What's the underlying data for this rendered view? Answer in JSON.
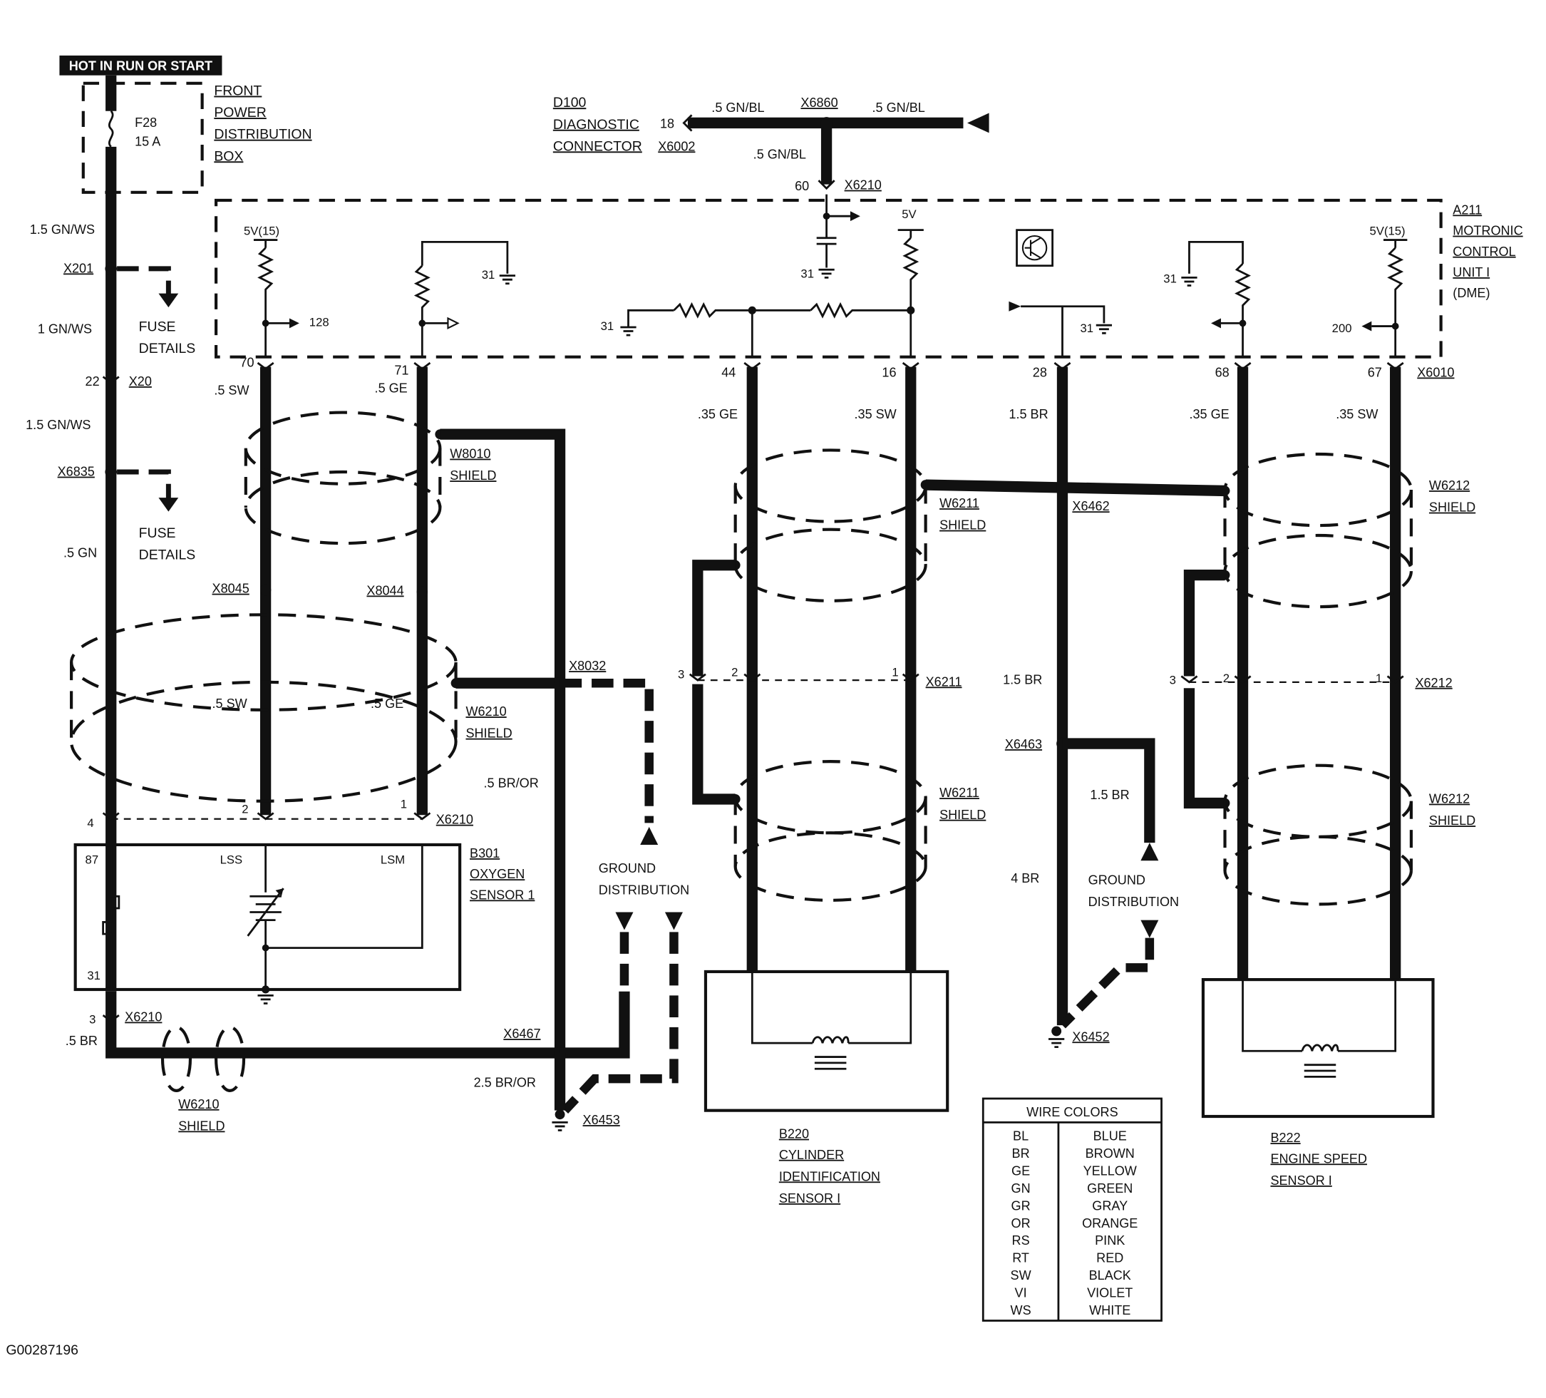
{
  "header_banner": "HOT IN RUN OR START",
  "fuse": {
    "id": "F28",
    "rating": "15 A"
  },
  "front_power_box": [
    "FRONT",
    "POWER",
    "DISTRIBUTION",
    "BOX"
  ],
  "fuse_details": [
    "FUSE",
    "DETAILS"
  ],
  "ground_distribution": [
    "GROUND",
    "DISTRIBUTION"
  ],
  "shield_label": "SHIELD",
  "diag_connector": [
    "D100",
    "DIAGNOSTIC",
    "CONNECTOR"
  ],
  "control_unit": [
    "A211",
    "MOTRONIC",
    "CONTROL",
    "UNIT I",
    "(DME)"
  ],
  "oxygen_sensor": [
    "B301",
    "OXYGEN",
    "SENSOR 1"
  ],
  "cyl_sensor": [
    "B220",
    "CYLINDER",
    "IDENTIFICATION",
    "SENSOR I"
  ],
  "speed_sensor": [
    "B222",
    "ENGINE SPEED",
    "SENSOR I"
  ],
  "connectors": {
    "x201": "X201",
    "x20": "X20",
    "x6835": "X6835",
    "x6002": "X6002",
    "x6860": "X6860",
    "x6210": "X6210",
    "x6010": "X6010",
    "w8010": "W8010",
    "x8045": "X8045",
    "x8044": "X8044",
    "x8032": "X8032",
    "w6210": "W6210",
    "w6211": "W6211",
    "w6212": "W6212",
    "x6462": "X6462",
    "x6211": "X6211",
    "x6212": "X6212",
    "x6463": "X6463",
    "x6452": "X6452",
    "x6467": "X6467",
    "x6453": "X6453"
  },
  "wires": {
    "gn_ws_15": "1.5 GN/WS",
    "gn_ws_1": "1 GN/WS",
    "gn_05": ".5 GN",
    "gn_bl_05": ".5 GN/BL",
    "sw_05": ".5  SW",
    "ge_05": ".5  GE",
    "ge_035": ".35 GE",
    "sw_035": ".35 SW",
    "br_15": "1.5 BR",
    "br_4": "4  BR",
    "br_or_05": ".5 BR/OR",
    "br_or_25": "2.5  BR/OR",
    "br_05": ".5 BR"
  },
  "pins": {
    "p18": "18",
    "p60": "60",
    "p70": "70",
    "p71": "71",
    "p44": "44",
    "p16": "16",
    "p28": "28",
    "p68": "68",
    "p67": "67",
    "p22": "22",
    "p128": "128",
    "p200": "200",
    "p31": "31",
    "p1": "1",
    "p2": "2",
    "p3": "3",
    "p4": "4",
    "p87": "87",
    "lss": "LSS",
    "lsm": "LSM"
  },
  "voltages": {
    "v5_15": "5V(15)",
    "v5": "5V"
  },
  "wire_colors": {
    "title": "WIRE COLORS",
    "rows": [
      {
        "code": "BL",
        "color": "BLUE"
      },
      {
        "code": "BR",
        "color": "BROWN"
      },
      {
        "code": "GE",
        "color": "YELLOW"
      },
      {
        "code": "GN",
        "color": "GREEN"
      },
      {
        "code": "GR",
        "color": "GRAY"
      },
      {
        "code": "OR",
        "color": "ORANGE"
      },
      {
        "code": "RS",
        "color": "PINK"
      },
      {
        "code": "RT",
        "color": "RED"
      },
      {
        "code": "SW",
        "color": "BLACK"
      },
      {
        "code": "VI",
        "color": "VIOLET"
      },
      {
        "code": "WS",
        "color": "WHITE"
      }
    ]
  },
  "figure_id": "G00287196"
}
